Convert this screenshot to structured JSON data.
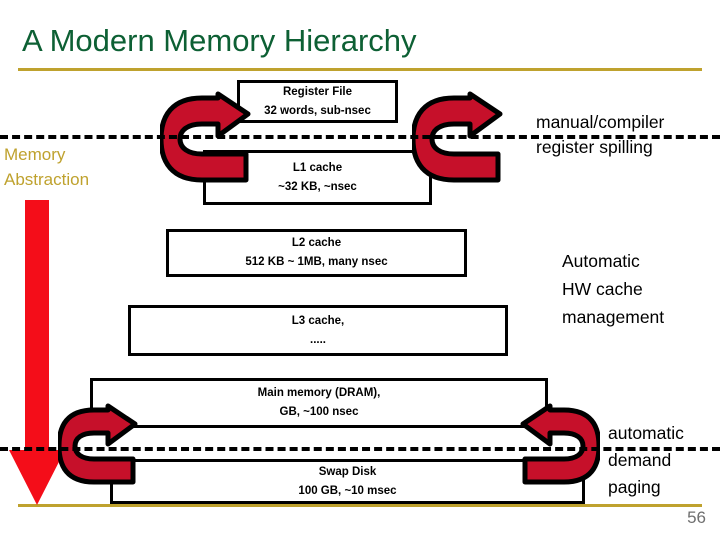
{
  "slide": {
    "title": "A Modern Memory Hierarchy",
    "page_number": "56",
    "accent_gold": "#bfa22e",
    "title_green": "#0d6034",
    "arrow_red": "#f40d19",
    "curved_arrow_red": "#c6102a"
  },
  "left_label": {
    "line1": "Memory",
    "line2": "Abstraction"
  },
  "right_labels": {
    "manual": {
      "line1": "manual/compiler",
      "line2": "register spilling"
    },
    "automatic_cache": {
      "line1": "Automatic",
      "line2": "HW cache",
      "line3": "management"
    },
    "demand_paging": {
      "line1": "automatic",
      "line2": "demand",
      "line3": "paging"
    }
  },
  "hierarchy": {
    "levels": [
      {
        "id": "register-file",
        "line1": "Register File",
        "line2": "32 words, sub-nsec"
      },
      {
        "id": "l1-cache",
        "line1": "L1 cache",
        "line2": "~32 KB, ~nsec"
      },
      {
        "id": "l2-cache",
        "line1": "L2 cache",
        "line2": "512 KB ~ 1MB, many nsec"
      },
      {
        "id": "l3-cache",
        "line1": "L3 cache,",
        "line2": "....."
      },
      {
        "id": "main-memory",
        "line1": "Main memory (DRAM),",
        "line2": "GB, ~100 nsec"
      },
      {
        "id": "swap-disk",
        "line1": "Swap Disk",
        "line2": "100 GB, ~10 msec"
      }
    ]
  },
  "icons": {
    "big_down_arrow": "down-arrow-icon",
    "curve_top_left": "curved-arrow-up-right-icon",
    "curve_top_right": "curved-arrow-down-left-icon",
    "curve_bottom_left": "curved-arrow-up-right-icon",
    "curve_bottom_right": "curved-arrow-down-left-icon",
    "dashed_divider": "dashed-divider-icon"
  }
}
